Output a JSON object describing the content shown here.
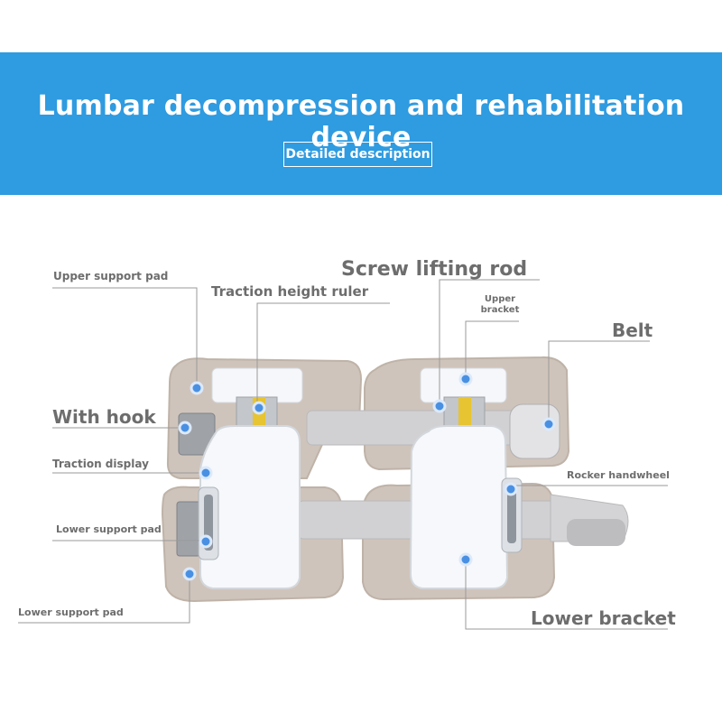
{
  "header": {
    "title": "Lumbar decompression and rehabilitation device",
    "subtitle": "Detailed description"
  },
  "callouts": {
    "upper_support_pad": "Upper support pad",
    "traction_height_ruler": "Traction height ruler",
    "screw_lifting_rod": "Screw lifting rod",
    "upper_bracket": "Upper bracket",
    "belt": "Belt",
    "with_hook": "With hook",
    "traction_display": "Traction display",
    "rocker_handwheel": "Rocker handwheel",
    "lower_support_pad_1": "Lower support pad",
    "lower_support_pad_2": "Lower support pad",
    "lower_bracket": "Lower bracket"
  },
  "colors": {
    "banner": "#2f9be0",
    "pad": "#cfc4bb",
    "bracket": "#f5f7fa",
    "belt": "#c9c9cb",
    "marker": "#4a90e2",
    "label": "#6d6d6d"
  }
}
